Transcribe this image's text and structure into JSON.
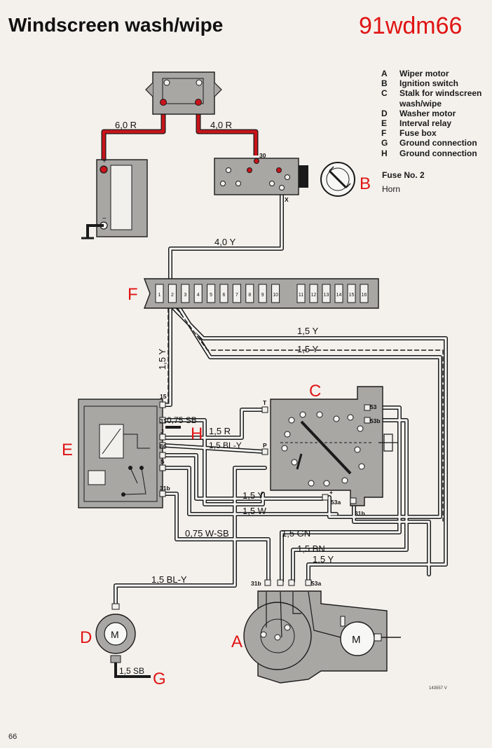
{
  "page": {
    "title": "Windscreen wash/wipe",
    "code": "91wdm66",
    "page_number": "66",
    "ref": "143557 V"
  },
  "legend": [
    {
      "key": "A",
      "text": "Wiper motor"
    },
    {
      "key": "B",
      "text": "Ignition switch"
    },
    {
      "key": "C",
      "text": "Stalk for windscreen"
    },
    {
      "key": "",
      "text": "wash/wipe"
    },
    {
      "key": "D",
      "text": "Washer motor"
    },
    {
      "key": "E",
      "text": "Interval relay"
    },
    {
      "key": "F",
      "text": "Fuse box"
    },
    {
      "key": "G",
      "text": "Ground connection"
    },
    {
      "key": "H",
      "text": "Ground connection"
    }
  ],
  "fuse_note": {
    "fuse": "Fuse No. 2",
    "item": "Horn"
  },
  "component_labels": {
    "A": "A",
    "B": "B",
    "C": "C",
    "D": "D",
    "E": "E",
    "F": "F",
    "G": "G",
    "H": "H"
  },
  "motor_symbol": "M",
  "wires": {
    "w_6r": "6,0 R",
    "w_4r": "4,0 R",
    "w_4y": "4,0 Y",
    "w_15y_vert": "1,5 Y",
    "w_15y_a": "1,5  Y",
    "w_15y_b": "1,5  Y",
    "w_075sb": "0,75 SB",
    "w_15r": "1,5 R",
    "w_15bly": "1,5 BL-Y",
    "w_15y_c": "1,5 Y",
    "w_15w": "1,5 W",
    "w_075wsb": "0,75 W-SB",
    "w_15gn": "1,5 GN",
    "w_15bn": "1,5 BN",
    "w_15y_d": "1,5 Y",
    "w_15bly_d": "1,5 BL-Y",
    "w_15sb": "1,5 SB"
  },
  "terminals": {
    "t30": "30",
    "tx": "X",
    "t15": "15",
    "t31": "31",
    "tJ": "J",
    "t86": "86",
    "tS": "S",
    "t31b": "31b",
    "tT": "T",
    "tP": "P",
    "t53": "53",
    "t53b": "53b",
    "t53a": "53a",
    "t31b_c": "31b",
    "t31b_a": "31b",
    "t53a_a": "53a",
    "tplus": "+"
  },
  "fuses": [
    "1",
    "2",
    "3",
    "4",
    "5",
    "6",
    "7",
    "8",
    "9",
    "10",
    "11",
    "12",
    "13",
    "14",
    "15",
    "16"
  ],
  "colors": {
    "red_wire": "#c8141a",
    "label_red": "#e01414",
    "component_grey": "#a9a7a4",
    "wire_outline": "#1a1a1a",
    "wire_fill": "#f7f7f5"
  }
}
